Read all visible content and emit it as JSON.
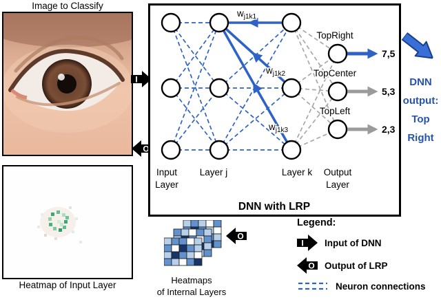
{
  "left_panel": {
    "image_title": "Image to Classify",
    "heatmap_caption": "Heatmap of Input Layer"
  },
  "io": {
    "input_letter": "I",
    "output_letter": "O"
  },
  "network": {
    "title": "DNN with LRP",
    "layer_labels": {
      "input_line1": "Input",
      "input_line2": "Layer",
      "layer_j": "Layer j",
      "layer_k": "Layer k",
      "output_line1": "Output",
      "output_line2": "Layer"
    },
    "weights": [
      {
        "base": "w",
        "sub": "j1k1"
      },
      {
        "base": "w",
        "sub": "j1k2"
      },
      {
        "base": "w",
        "sub": "j1k3"
      }
    ],
    "outputs": [
      {
        "label": "TopRight",
        "value": "7,5"
      },
      {
        "label": "TopCenter",
        "value": "5,3"
      },
      {
        "label": "TopLeft",
        "value": "2,3"
      }
    ]
  },
  "dnn_output": {
    "lines": [
      "DNN",
      "output:",
      "Top",
      "Right"
    ]
  },
  "internal_heatmaps": {
    "caption_line1": "Heatmaps",
    "caption_line2": "of Internal Layers"
  },
  "legend": {
    "title": "Legend:",
    "items": [
      {
        "icon": "input-arrow-icon",
        "label": "Input of DNN"
      },
      {
        "icon": "output-arrow-icon",
        "label": "Output of LRP"
      },
      {
        "icon": "dashed-lines-icon",
        "label": "Neuron connections"
      }
    ]
  },
  "colors": {
    "connection_blue": "#2e62c6",
    "connection_gray": "#9b9b9b",
    "output_text_blue": "#2653b0"
  }
}
